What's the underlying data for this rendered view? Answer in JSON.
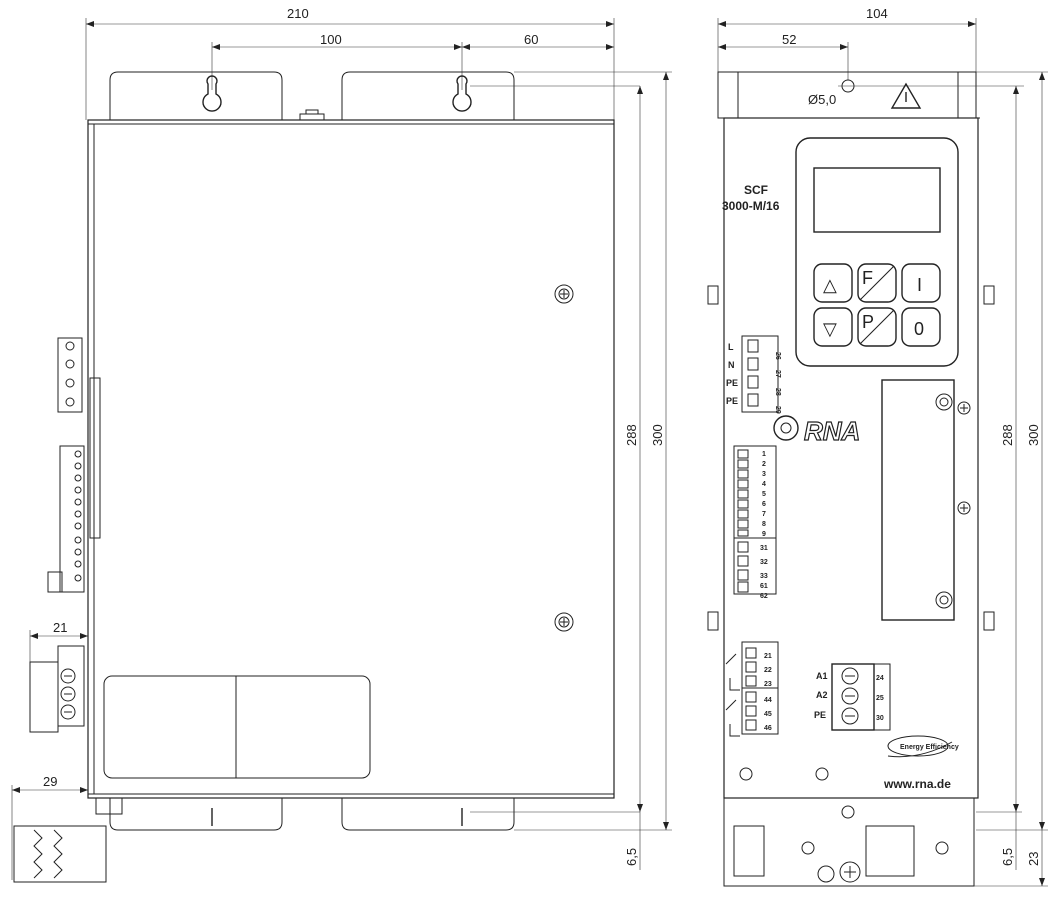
{
  "dimensions": {
    "side_width": "210",
    "side_hole_spacing": "100",
    "side_hole_edge": "60",
    "side_inner_height": "288",
    "side_total_height": "300",
    "side_terminal_depth": "21",
    "side_connector_depth": "29",
    "side_bottom_offset": "6,5",
    "front_width": "104",
    "front_hole_offset": "52",
    "hole_diameter": "Ø5,0",
    "front_inner_height": "288",
    "front_total_height": "300",
    "front_bottom_offset": "6,5",
    "front_bottom_extra": "23"
  },
  "front_panel": {
    "model_line1": "SCF",
    "model_line2": "3000-M/16",
    "brand_logo": "RNA",
    "website": "www.rna.de",
    "keypad": {
      "up": "△",
      "down": "▽",
      "f_key": "F",
      "p_key": "P",
      "on": "I",
      "off": "0"
    },
    "power_labels": [
      "L",
      "N",
      "PE",
      "PE"
    ],
    "power_terminal_numbers": [
      "26",
      "27",
      "28",
      "29"
    ],
    "io_terminal_numbers": [
      "1",
      "2",
      "3",
      "4",
      "5",
      "6",
      "7",
      "8",
      "9",
      "31",
      "32",
      "33",
      "61",
      "62"
    ],
    "relay_terminal_numbers": [
      "21",
      "22",
      "23",
      "44",
      "45",
      "46"
    ],
    "actuator_labels": [
      "A1",
      "A2",
      "PE"
    ],
    "actuator_terminal_numbers": [
      "24",
      "25",
      "30"
    ],
    "eco_badge": "Energy Efficiency"
  },
  "icons": {
    "warning": "warning-triangle-icon",
    "screw": "screw-icon",
    "keyhole": "keyhole-slot-icon"
  }
}
